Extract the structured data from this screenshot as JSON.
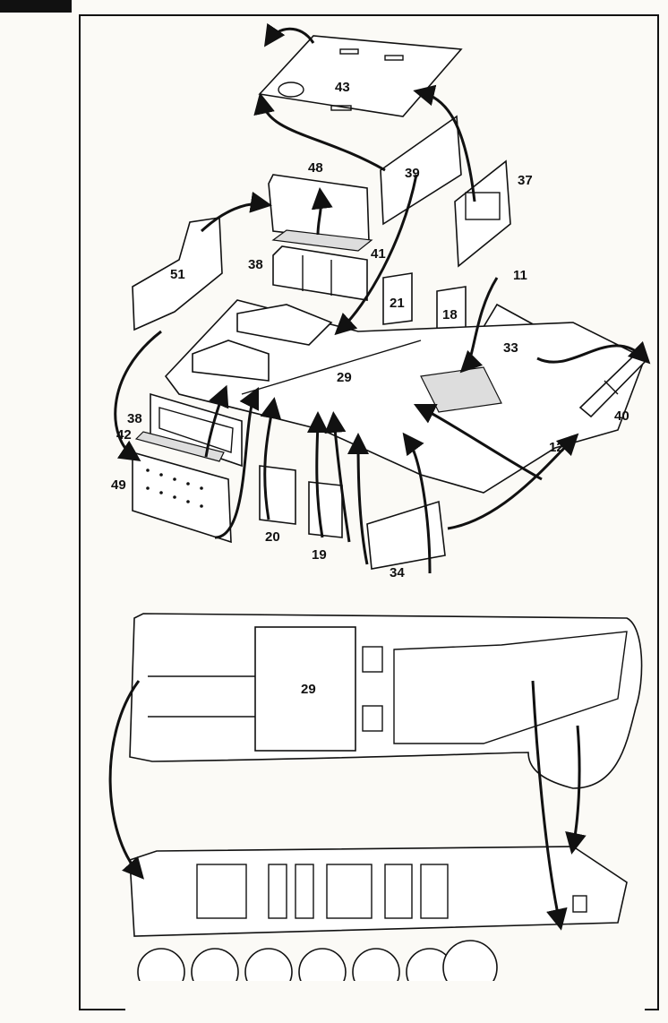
{
  "diagram": {
    "upper_assembly_labels": [
      "43",
      "48",
      "39",
      "37",
      "41",
      "38",
      "51",
      "11",
      "21",
      "18",
      "33",
      "29",
      "40",
      "38",
      "42",
      "49",
      "12",
      "20",
      "19",
      "34"
    ],
    "lower_assembly_labels": [
      "29"
    ]
  }
}
